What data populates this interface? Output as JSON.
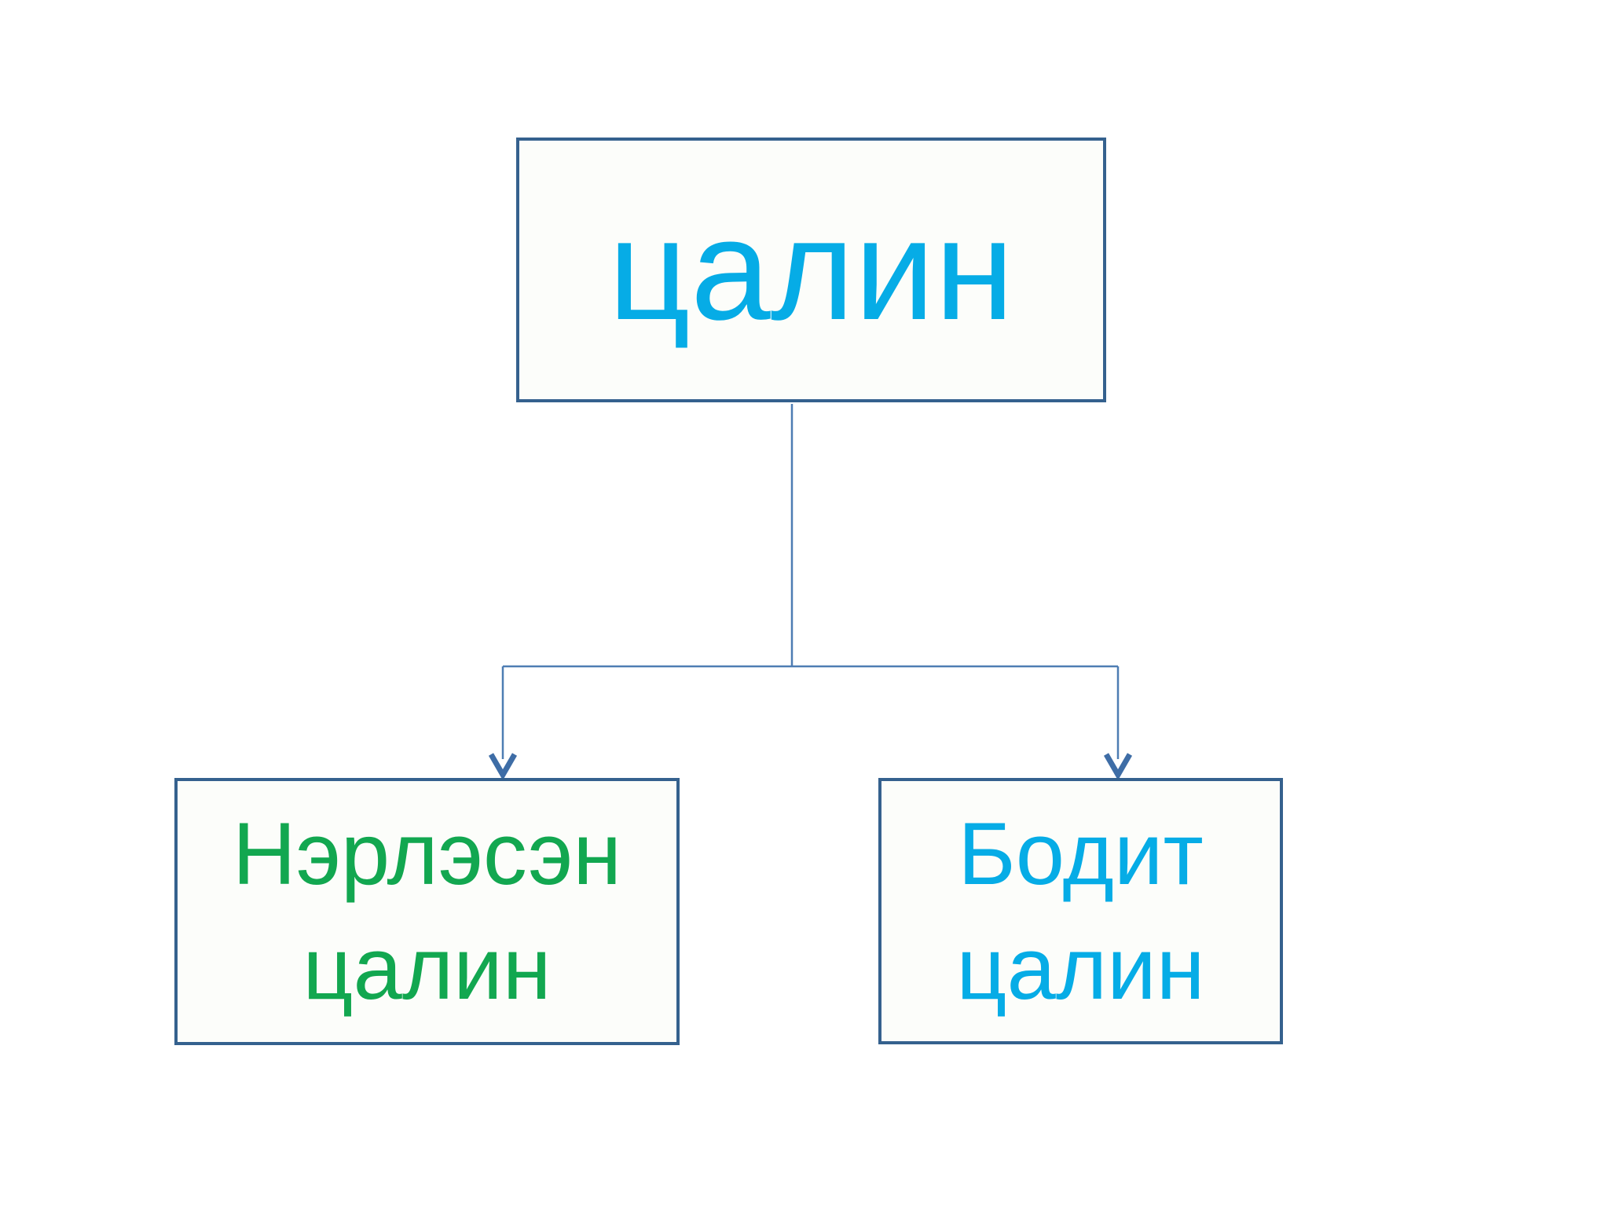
{
  "diagram": {
    "root": {
      "label": "цалин"
    },
    "children": [
      {
        "label": "Нэрлэсэн цалин"
      },
      {
        "label": "Бодит цалин"
      }
    ]
  },
  "colors": {
    "background": "#FFFFFF",
    "box_fill": "#FCFDFA",
    "box_border": "#35618E",
    "connector": "#4E7DB3",
    "arrowhead": "#3E6DA6",
    "accent_blue": "#06ACE6",
    "accent_green": "#12A750"
  }
}
